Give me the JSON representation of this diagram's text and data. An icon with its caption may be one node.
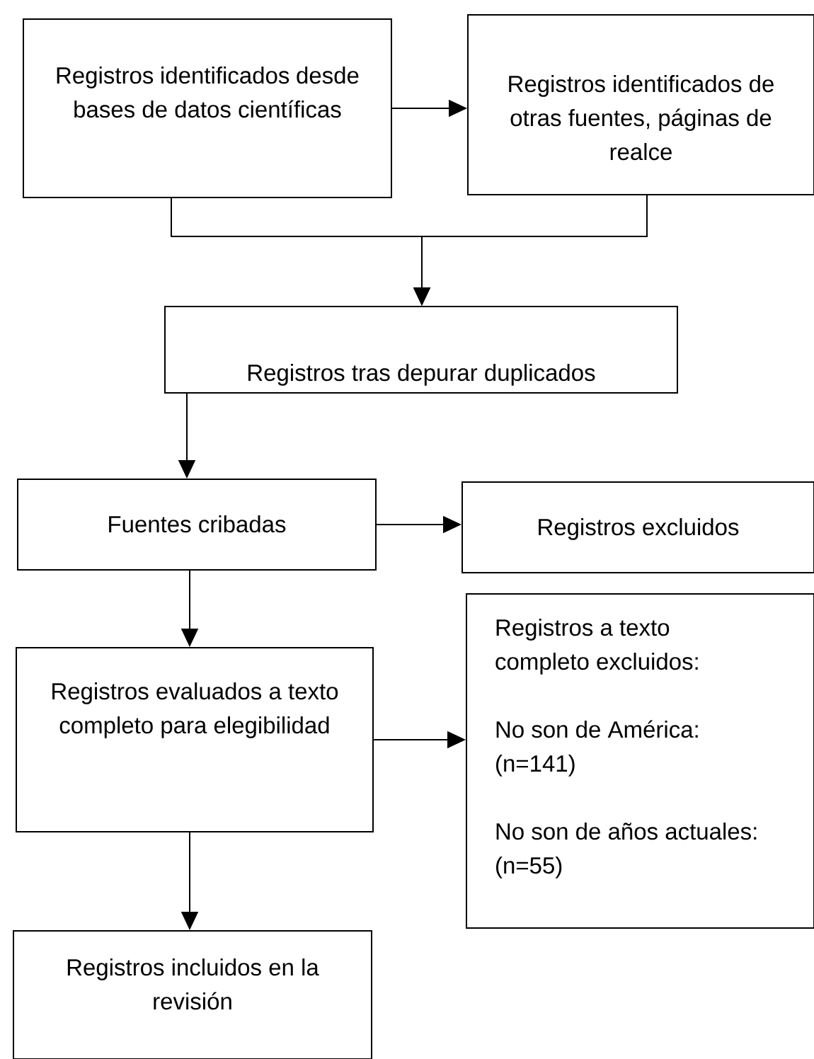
{
  "diagram": {
    "nodes": [
      {
        "text": [
          "Registros identificados desde bases de datos científicas"
        ]
      },
      {
        "text": [
          "Registros identificados de otras fuentes, páginas de realce"
        ]
      },
      {
        "text": [
          "Registros tras depurar duplicados"
        ]
      },
      {
        "text": [
          "Fuentes cribadas"
        ]
      },
      {
        "text": [
          "Registros excluidos"
        ]
      },
      {
        "text": [
          "Registros evaluados a texto completo para elegibilidad"
        ]
      },
      {
        "text": [
          "Registros a texto completo excluidos:",
          "No son de América: (n=141)",
          "No son de años actuales: (n=55)"
        ]
      },
      {
        "text": [
          "Registros incluidos en la revisión"
        ]
      }
    ],
    "edges": [
      {
        "from": 0,
        "to": 1,
        "arrow": "to"
      },
      {
        "from": 0,
        "to": 2,
        "arrow": "to"
      },
      {
        "from": 1,
        "to": 2,
        "arrow": "to"
      },
      {
        "from": 2,
        "to": 3,
        "arrow": "to"
      },
      {
        "from": 3,
        "to": 4,
        "arrow": "to"
      },
      {
        "from": 3,
        "to": 5,
        "arrow": "to"
      },
      {
        "from": 5,
        "to": 6,
        "arrow": "to"
      },
      {
        "from": 5,
        "to": 7,
        "arrow": "to"
      }
    ]
  }
}
